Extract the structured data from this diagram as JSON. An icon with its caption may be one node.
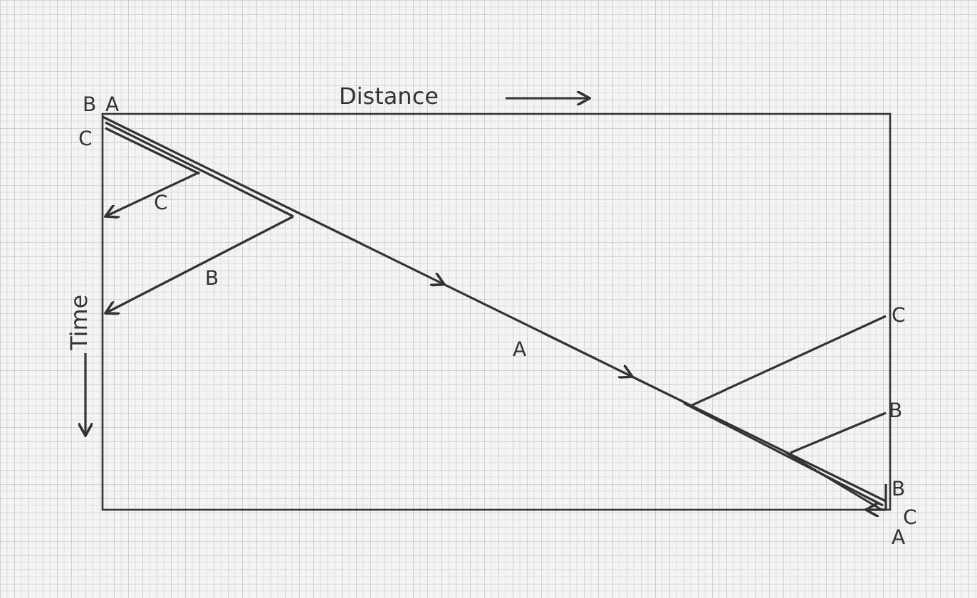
{
  "diagram": {
    "labels": [
      "B",
      "A",
      "Distance",
      "C",
      "C",
      "B",
      "Time",
      "A",
      "C",
      "B",
      "B",
      "C",
      "A"
    ]
  }
}
